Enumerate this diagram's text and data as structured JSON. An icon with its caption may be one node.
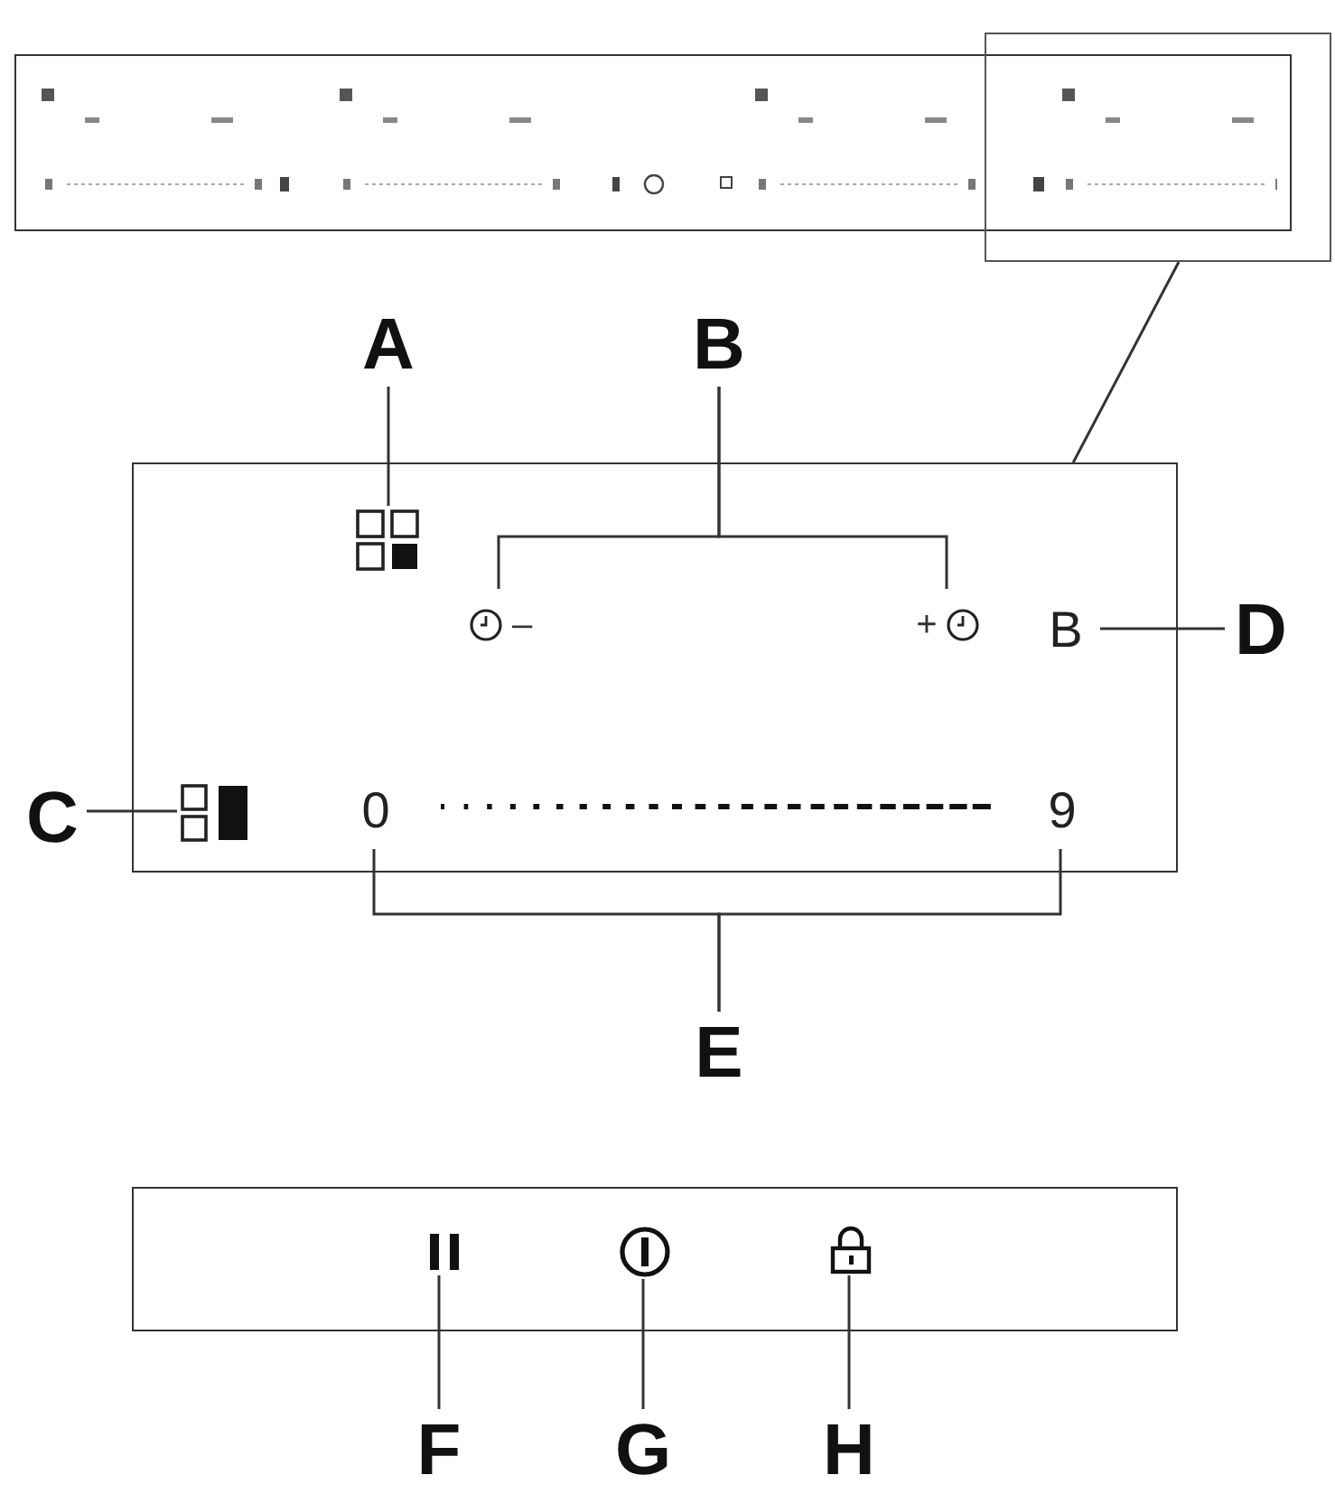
{
  "diagram": {
    "nodes": [
      {
        "text": [],
        "shape": "box"
      },
      {
        "text": [],
        "shape": "box"
      },
      {
        "text": [
          "A"
        ]
      },
      {
        "text": [
          "B"
        ]
      },
      {
        "text": [],
        "shape": "box"
      },
      {
        "text": [],
        "shape": "grid",
        "in": 4
      },
      {
        "text": [
          "–"
        ],
        "in": 4
      },
      {
        "text": [
          "+"
        ],
        "in": 4
      },
      {
        "text": [
          "B"
        ],
        "in": 4
      },
      {
        "text": [
          "D"
        ]
      },
      {
        "text": [
          "C"
        ]
      },
      {
        "text": [],
        "shape": "grid",
        "in": 4
      },
      {
        "text": [
          "0"
        ],
        "in": 4
      },
      {
        "text": [
          "9"
        ],
        "in": 4
      },
      {
        "text": [
          "E"
        ]
      },
      {
        "text": [],
        "shape": "box"
      },
      {
        "text": [],
        "shape": "bars",
        "in": 15
      },
      {
        "text": [],
        "shape": "circle",
        "in": 15
      },
      {
        "text": [],
        "shape": "lock",
        "in": 15
      },
      {
        "text": [
          "F"
        ]
      },
      {
        "text": [
          "G"
        ]
      },
      {
        "text": [
          "H"
        ]
      }
    ],
    "edges": [
      {
        "from": 1,
        "to": 4,
        "arrow": "none"
      },
      {
        "from": 2,
        "to": 5,
        "arrow": "none"
      },
      {
        "from": 3,
        "to": 6,
        "arrow": "none"
      },
      {
        "from": 3,
        "to": 7,
        "arrow": "none"
      },
      {
        "from": 9,
        "to": 8,
        "arrow": "none"
      },
      {
        "from": 10,
        "to": 11,
        "arrow": "none"
      },
      {
        "from": 14,
        "to": 12,
        "arrow": "none"
      },
      {
        "from": 14,
        "to": 13,
        "arrow": "none"
      },
      {
        "from": 19,
        "to": 16,
        "arrow": "none"
      },
      {
        "from": 20,
        "to": 17,
        "arrow": "none"
      },
      {
        "from": 21,
        "to": 18,
        "arrow": "none"
      }
    ]
  }
}
